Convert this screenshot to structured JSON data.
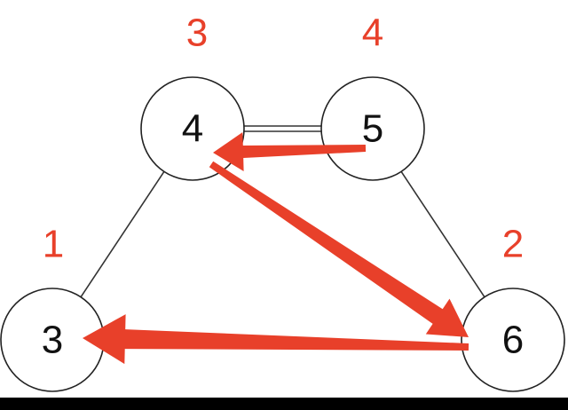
{
  "colors": {
    "arrow": "#e8402a",
    "order_label": "#e8402a",
    "node_stroke": "#222222",
    "edge": "#333333",
    "bottom_bar": "#000000"
  },
  "nodes": [
    {
      "id": "n4",
      "label": "4"
    },
    {
      "id": "n5",
      "label": "5"
    },
    {
      "id": "n3",
      "label": "3"
    },
    {
      "id": "n6",
      "label": "6"
    }
  ],
  "order_labels": [
    {
      "node": "n4",
      "text": "3"
    },
    {
      "node": "n5",
      "text": "4"
    },
    {
      "node": "n3",
      "text": "1"
    },
    {
      "node": "n6",
      "text": "2"
    }
  ],
  "edges": [
    {
      "from": "n4",
      "to": "n5",
      "style": "double"
    },
    {
      "from": "n4",
      "to": "n3",
      "style": "single"
    },
    {
      "from": "n5",
      "to": "n6",
      "style": "single"
    }
  ],
  "arrows": [
    {
      "from": "n5",
      "to": "n4"
    },
    {
      "from": "n4",
      "to": "n6"
    },
    {
      "from": "n6",
      "to": "n3"
    }
  ]
}
